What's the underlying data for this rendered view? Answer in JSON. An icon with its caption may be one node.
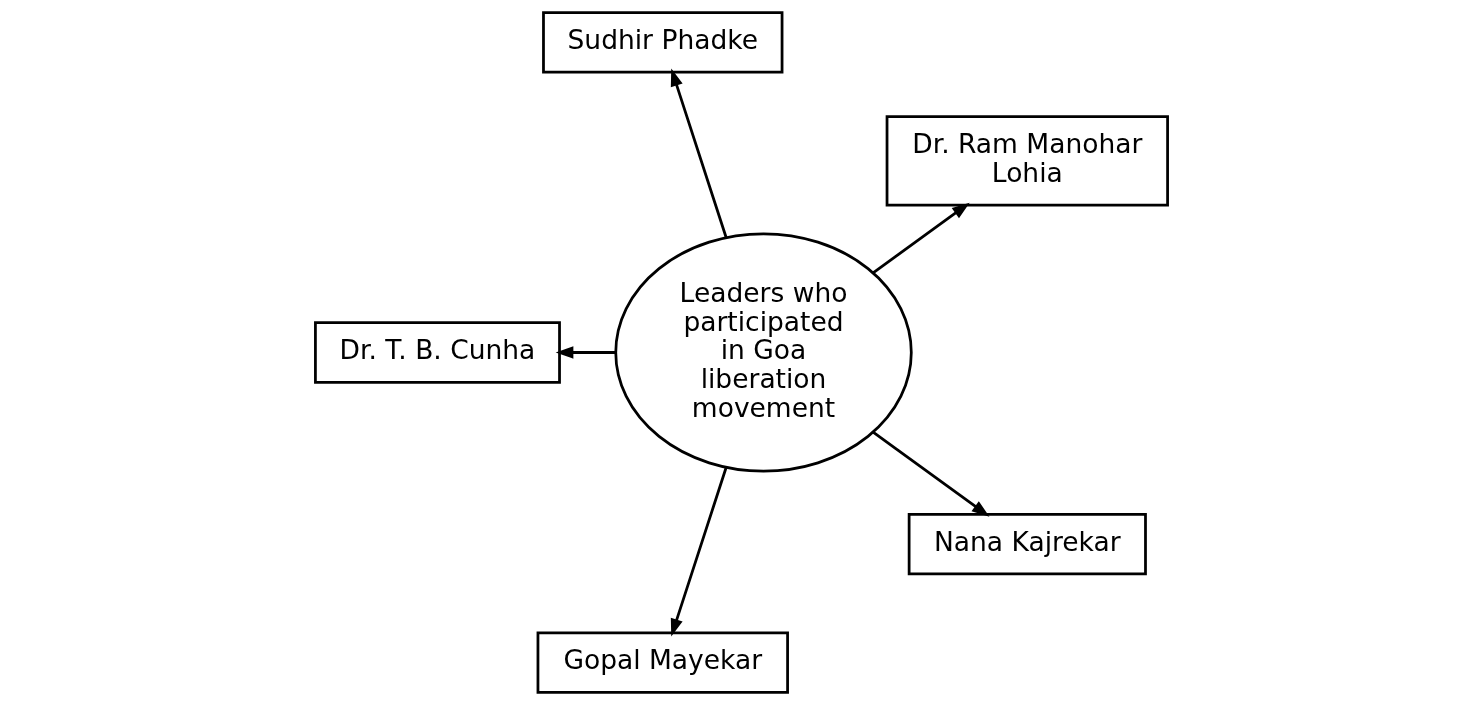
{
  "diagram": {
    "nodes": [
      {
        "text": [
          "Sudhir Phadke"
        ]
      },
      {
        "text": [
          "Leaders who participated in Goa liberation movement"
        ]
      },
      {
        "text": [
          "Dr. Ram Manohar Lohia"
        ]
      },
      {
        "text": [
          "Dr. T. B. Cunha"
        ]
      },
      {
        "text": [
          "Nana Kajrekar"
        ]
      },
      {
        "text": [
          "Gopal Mayekar"
        ]
      }
    ],
    "edges": [
      {
        "from": 1,
        "to": 0,
        "arrow": "to"
      },
      {
        "from": 1,
        "to": 2,
        "arrow": "to"
      },
      {
        "from": 1,
        "to": 3,
        "arrow": "to"
      },
      {
        "from": 1,
        "to": 4,
        "arrow": "to"
      },
      {
        "from": 1,
        "to": 5,
        "arrow": "to"
      }
    ]
  }
}
